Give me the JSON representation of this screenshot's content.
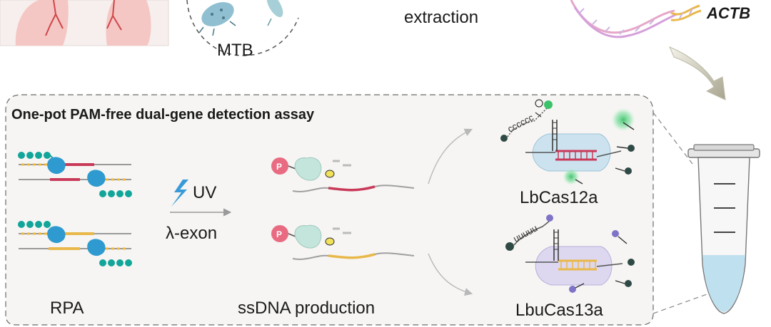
{
  "labels": {
    "mtb": "MTB",
    "extraction": "extraction",
    "actb": "ACTB",
    "assay_title": "One-pot PAM-free dual-gene detection assay",
    "uv": "UV",
    "exon": "λ-exon",
    "rpa": "RPA",
    "ssdna": "ssDNA production",
    "cas12": "LbCas12a",
    "cas13": "LbuCas13a",
    "phosphate": "P",
    "rna_seq": "uuuuu",
    "dna_seq": "cccccc"
  },
  "colors": {
    "teal": "#12a59a",
    "amber": "#f2b631",
    "crimson": "#c93a5a",
    "gold": "#e9b84a",
    "green": "#3cc26a",
    "violet": "#7f73c7",
    "dark": "#2f4a45",
    "protein": "#c4e5dc",
    "cas12": "#cce3ef",
    "cas13": "#ddd8f0",
    "tube_liquid": "#bfe0ee",
    "panel_bg": "#f6f5f3"
  }
}
